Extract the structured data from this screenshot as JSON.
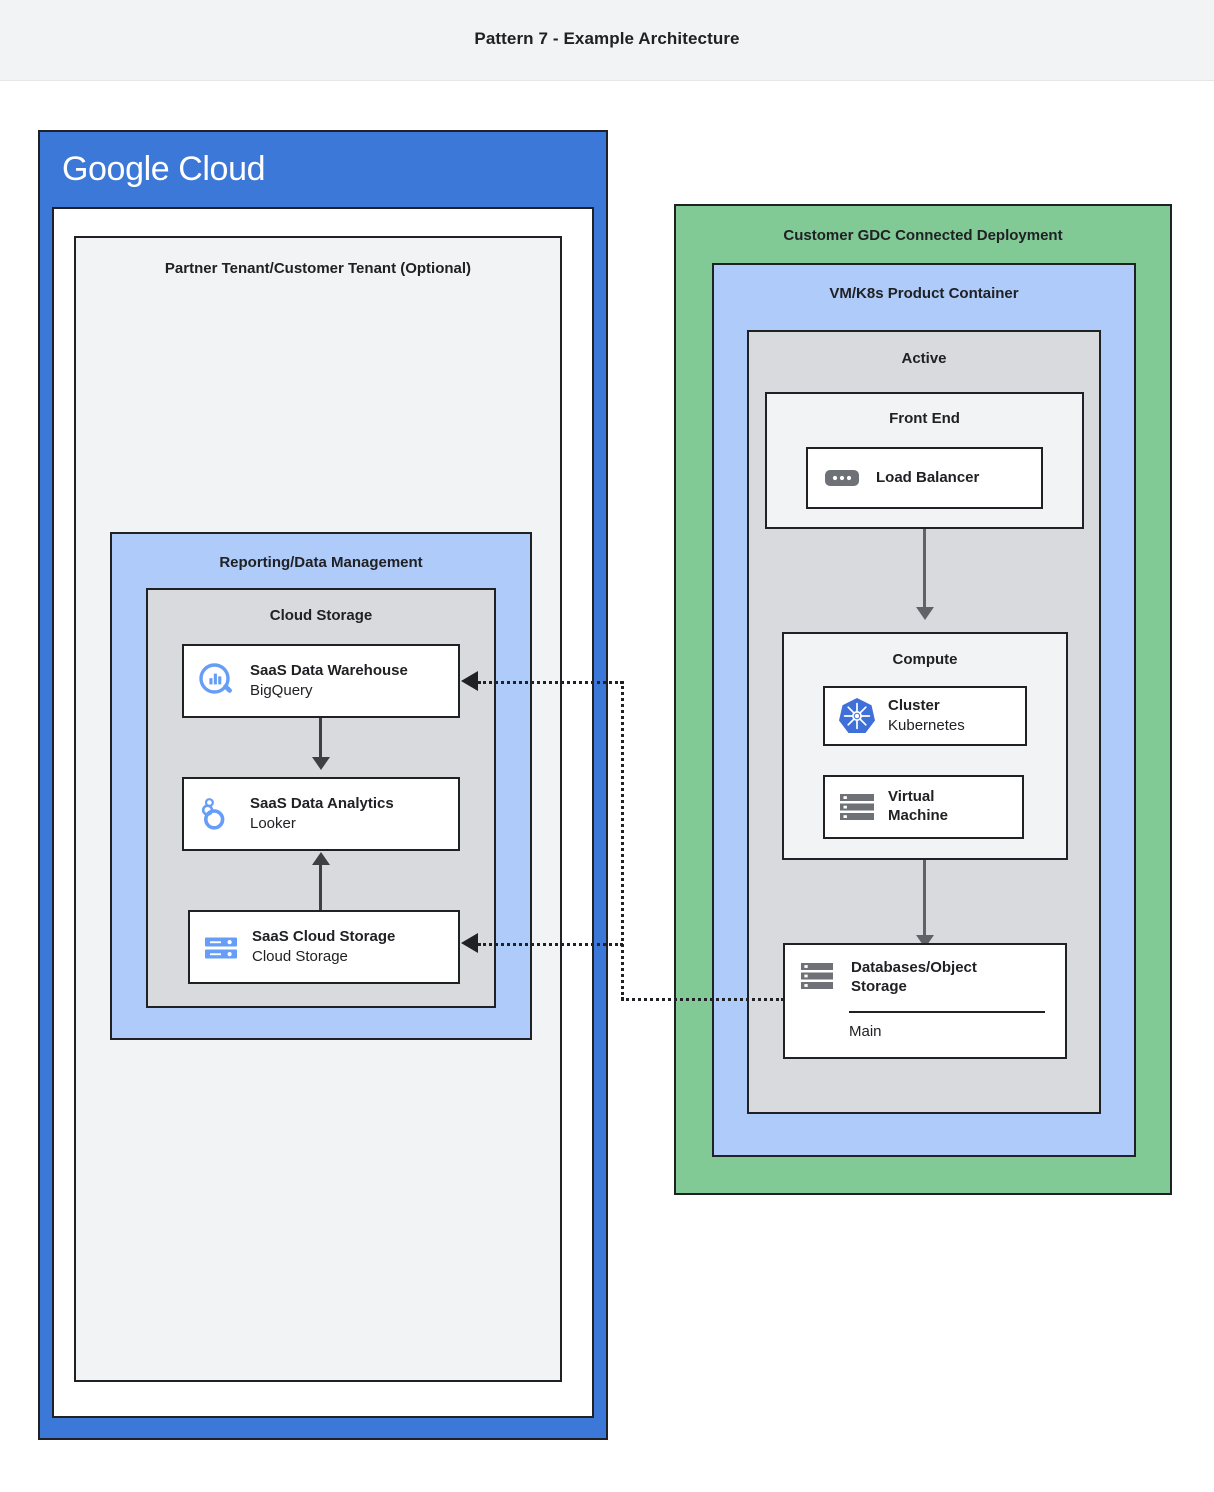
{
  "page": {
    "title": "Pattern 7 - Example Architecture"
  },
  "google_cloud": {
    "logo_part1": "Google",
    "logo_part2": "Cloud",
    "brand_color": "#3c78d8",
    "tenant": {
      "title": "Partner Tenant/Customer Tenant (Optional)",
      "reporting": {
        "title": "Reporting/Data Management",
        "cloud_storage_group": {
          "title": "Cloud Storage",
          "cards": [
            {
              "icon": "bigquery-icon",
              "title": "SaaS Data Warehouse",
              "subtitle": "BigQuery"
            },
            {
              "icon": "looker-icon",
              "title": "SaaS Data Analytics",
              "subtitle": "Looker"
            },
            {
              "icon": "cloud-storage-icon",
              "title": "SaaS Cloud Storage",
              "subtitle": "Cloud Storage"
            }
          ]
        }
      }
    }
  },
  "gdc": {
    "title": "Customer GDC Connected Deployment",
    "product_container": {
      "title": "VM/K8s Product Container",
      "active": {
        "title": "Active",
        "front_end": {
          "title": "Front End",
          "card": {
            "icon": "load-balancer-icon",
            "title": "Load Balancer"
          }
        },
        "compute": {
          "title": "Compute",
          "cards": [
            {
              "icon": "kubernetes-icon",
              "title": "Cluster",
              "subtitle": "Kubernetes"
            },
            {
              "icon": "virtual-machine-icon",
              "title": "Virtual",
              "title_line2": "Machine"
            }
          ]
        },
        "database": {
          "icon": "database-icon",
          "title": "Databases/Object",
          "title_line2": "Storage",
          "detail": "Main"
        }
      }
    }
  },
  "colors": {
    "google_blue": "#3c78d8",
    "light_blue_group": "#aecbfa",
    "gray_group": "#d9dadd",
    "light_gray_group": "#f1f3f4",
    "green_group": "#81c995",
    "icon_blue": "#669df6",
    "icon_gray": "#6e7175",
    "kubernetes_blue": "#3f6fd8",
    "border": "#202124"
  }
}
